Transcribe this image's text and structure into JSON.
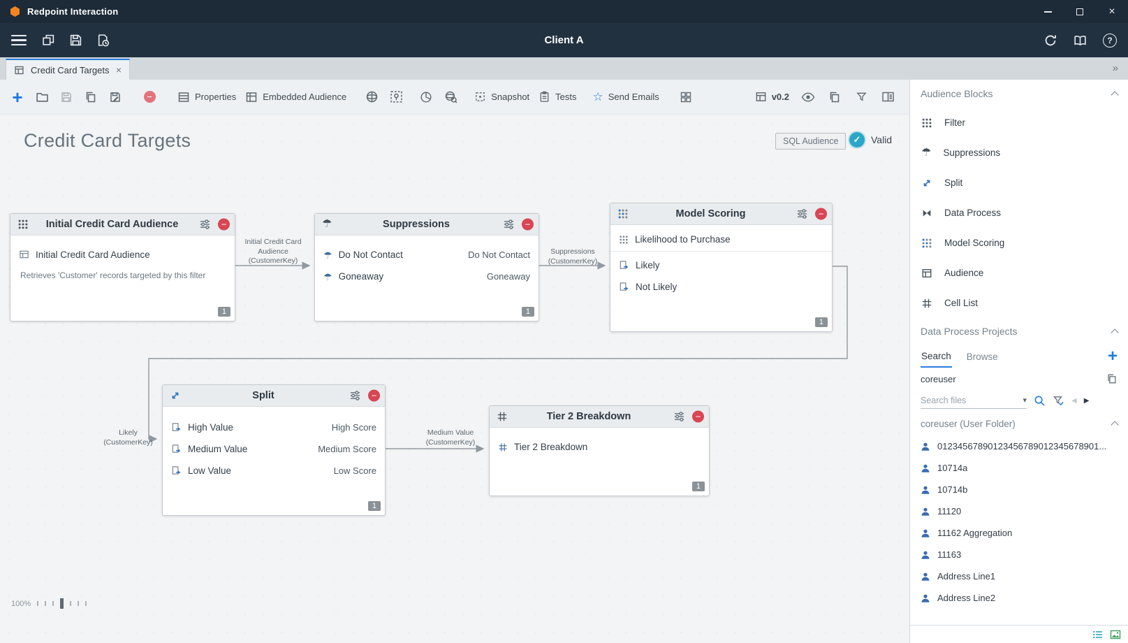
{
  "icons": {
    "close": "×",
    "tab_close": "×",
    "overflow": "»",
    "add": "+",
    "remove": "−",
    "star": "☆",
    "umbrella": "☂",
    "check": "✓",
    "question": "?",
    "dropdown": "▾",
    "back": "◀",
    "forward": "▶",
    "plus": "+"
  },
  "window": {
    "app_title": "Redpoint Interaction",
    "client_title": "Client A"
  },
  "tab": {
    "label": "Credit Card Targets"
  },
  "toolbar": {
    "properties": "Properties",
    "embedded_audience": "Embedded Audience",
    "snapshot": "Snapshot",
    "tests": "Tests",
    "send_emails": "Send Emails",
    "version": "v0.2"
  },
  "canvas": {
    "title": "Credit Card Targets",
    "badge": "SQL Audience",
    "status": "Valid",
    "zoom": "100%"
  },
  "nodes": {
    "initial": {
      "title": "Initial Credit Card Audience",
      "row_label": "Initial Credit Card Audience",
      "description": "Retrieves 'Customer' records targeted by this filter",
      "badge": "1"
    },
    "suppressions": {
      "title": "Suppressions",
      "rows": [
        {
          "left": "Do Not Contact",
          "right": "Do Not Contact"
        },
        {
          "left": "Goneaway",
          "right": "Goneaway"
        }
      ],
      "badge": "1"
    },
    "model_scoring": {
      "title": "Model Scoring",
      "primary_row": "Likelihood to Purchase",
      "rows": [
        "Likely",
        "Not Likely"
      ],
      "badge": "1"
    },
    "split": {
      "title": "Split",
      "rows": [
        {
          "left": "High Value",
          "right": "High Score"
        },
        {
          "left": "Medium Value",
          "right": "Medium Score"
        },
        {
          "left": "Low Value",
          "right": "Low Score"
        }
      ],
      "badge": "1"
    },
    "tier2": {
      "title": "Tier 2 Breakdown",
      "row_label": "Tier 2 Breakdown",
      "badge": "1"
    }
  },
  "edges": {
    "initial_to_suppressions": "Initial Credit Card Audience (CustomerKey)",
    "suppressions_to_model": "Suppressions (CustomerKey)",
    "model_to_split": "Likely (CustomerKey)",
    "split_to_tier2": "Medium Value (CustomerKey)"
  },
  "sidebar": {
    "audience_blocks": {
      "title": "Audience Blocks",
      "items": [
        {
          "label": "Filter"
        },
        {
          "label": "Suppressions"
        },
        {
          "label": "Split"
        },
        {
          "label": "Data Process"
        },
        {
          "label": "Model Scoring"
        },
        {
          "label": "Audience"
        },
        {
          "label": "Cell List"
        }
      ]
    },
    "projects": {
      "title": "Data Process Projects",
      "tab_search": "Search",
      "tab_browse": "Browse",
      "user_value": "coreuser",
      "search_placeholder": "Search files",
      "folder_title": "coreuser (User Folder)",
      "files": [
        "01234567890123456789012345678901...",
        "10714a",
        "10714b",
        "11120",
        "11162 Aggregation",
        "11163",
        "Address Line1",
        "Address Line2"
      ]
    }
  }
}
